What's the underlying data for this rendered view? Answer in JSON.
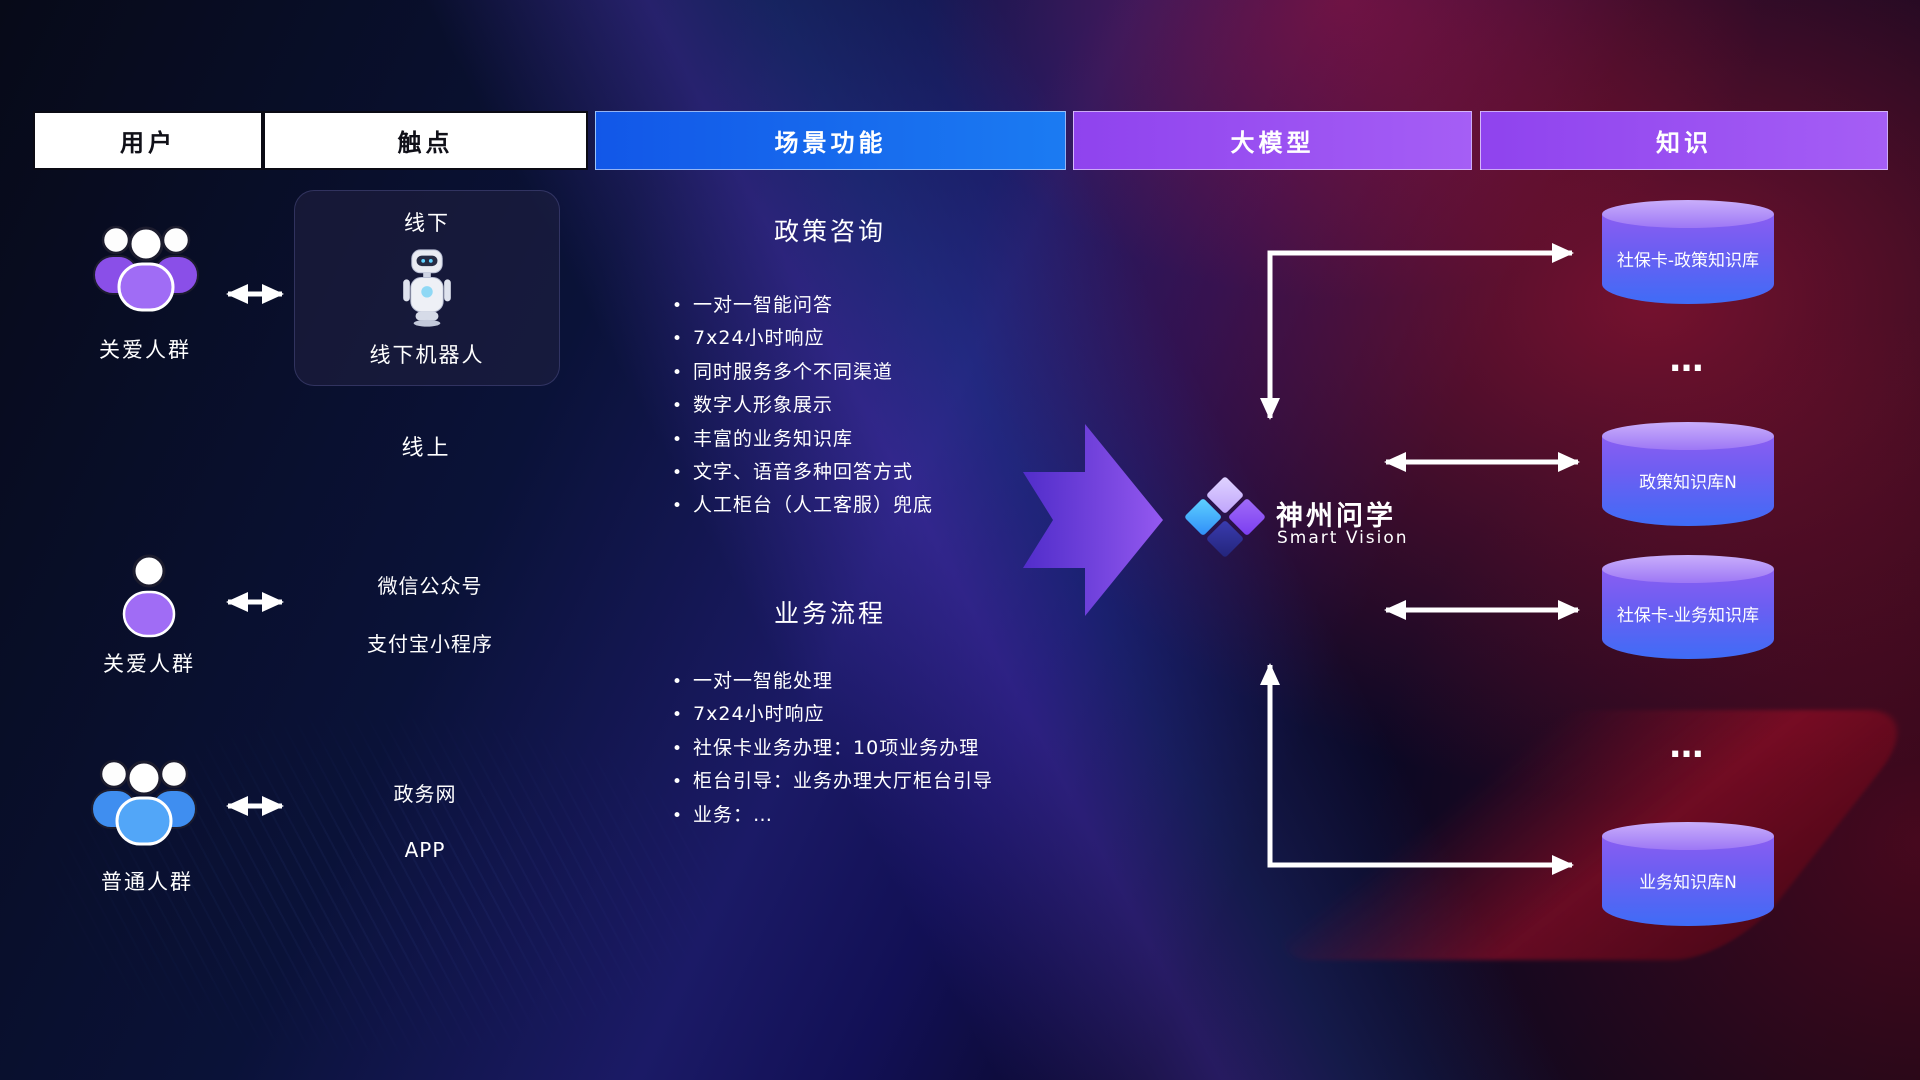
{
  "header": {
    "columns": [
      {
        "label": "用户",
        "style": "white"
      },
      {
        "label": "触点",
        "style": "white"
      },
      {
        "label": "场景功能",
        "style": "blue"
      },
      {
        "label": "大模型",
        "style": "purple"
      },
      {
        "label": "知识",
        "style": "purple"
      }
    ]
  },
  "users": {
    "rows": [
      {
        "label": "关爱人群",
        "icon": "people-group-purple-icon"
      },
      {
        "label": "关爱人群",
        "icon": "person-purple-icon"
      },
      {
        "label": "普通人群",
        "icon": "people-group-blue-icon"
      }
    ]
  },
  "touchpoints": {
    "offline_title": "线下",
    "offline_caption": "线下机器人",
    "online_label": "线上",
    "wechat": "微信公众号",
    "alipay": "支付宝小程序",
    "gov_web": "政务网",
    "app": "APP"
  },
  "scenarios": {
    "policy": {
      "title": "政策咨询",
      "bullets": [
        "一对一智能问答",
        "7x24小时响应",
        "同时服务多个不同渠道",
        "数字人形象展示",
        "丰富的业务知识库",
        "文字、语音多种回答方式",
        "人工柜台（人工客服）兜底"
      ]
    },
    "process": {
      "title": "业务流程",
      "bullets": [
        "一对一智能处理",
        "7x24小时响应",
        "社保卡业务办理：10项业务办理",
        "柜台引导：业务办理大厅柜台引导",
        "业务：…"
      ]
    }
  },
  "model": {
    "name": "神州问学",
    "subtitle": "Smart Vision"
  },
  "knowledge": {
    "cylinders": [
      "社保卡-政策知识库",
      "政策知识库N",
      "社保卡-业务知识库",
      "业务知识库N"
    ],
    "ellipsis": "…"
  },
  "colors": {
    "header_blue": "#1668f0",
    "header_purple": "#9a4ef0",
    "cylinder_top": "#c9aefb",
    "cylinder_body_bottom": "#3f6cf6",
    "user_purple": "#a06cf5",
    "user_blue": "#52a6f8"
  }
}
